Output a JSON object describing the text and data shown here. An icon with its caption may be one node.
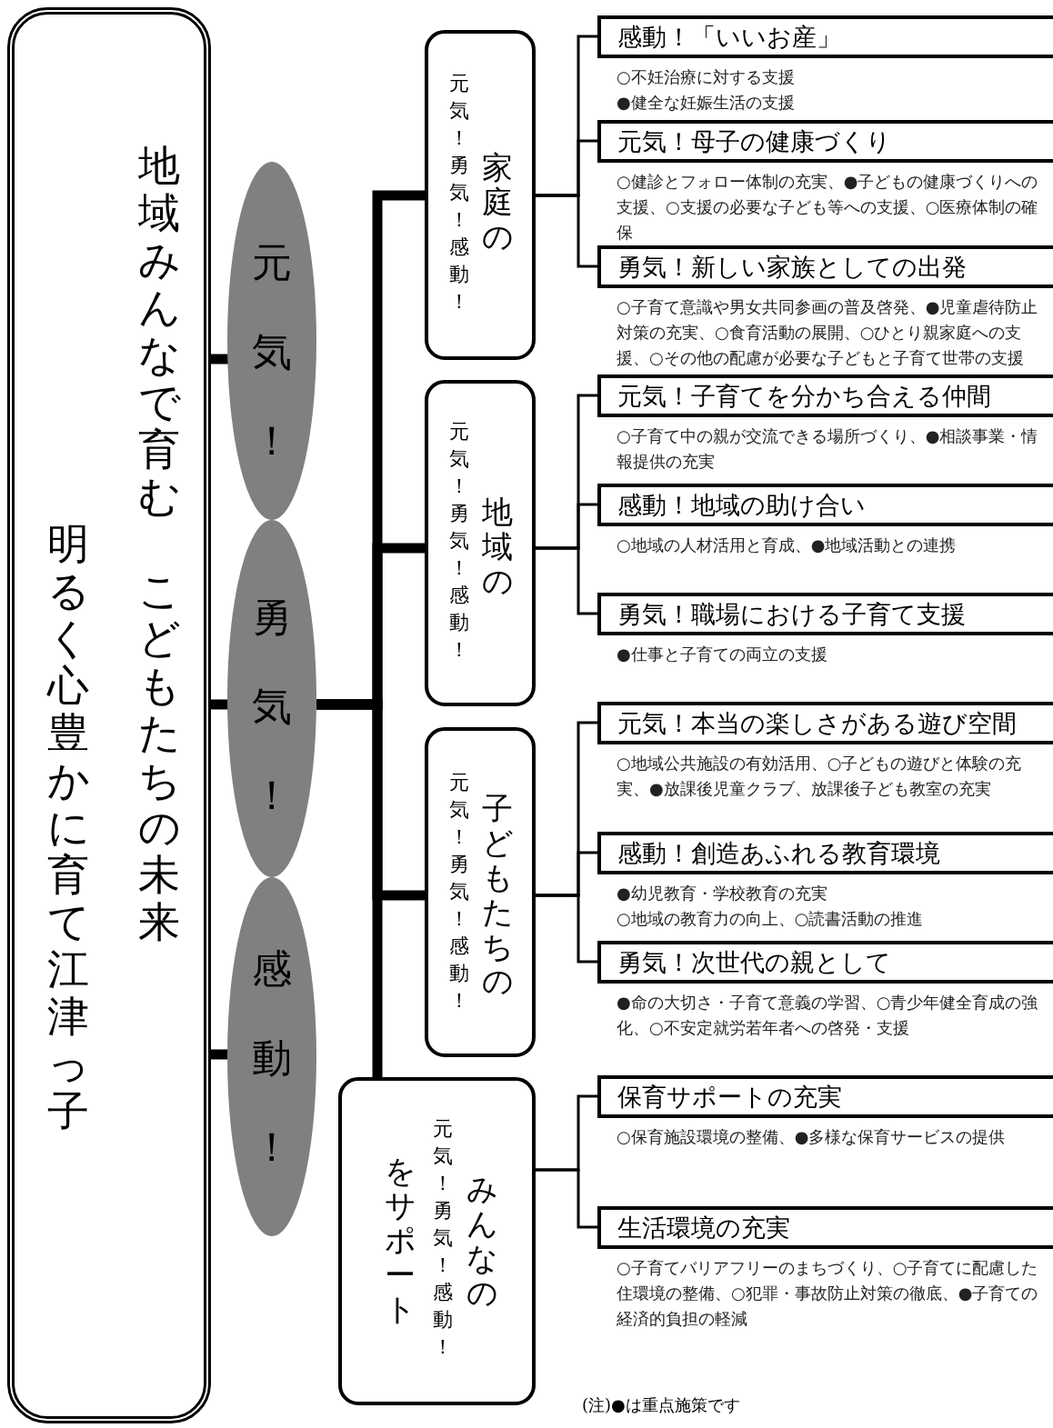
{
  "diagram": {
    "nodes": [
      {
        "text": [
          "明るく心豊かに育て江津っ子",
          "地域みんなで育む",
          "こどもたちの未来"
        ]
      },
      {
        "text": [
          "元気！"
        ]
      },
      {
        "text": [
          "勇気！"
        ]
      },
      {
        "text": [
          "感動！"
        ]
      },
      {
        "text": [
          "元気！勇気！感動！",
          "家庭の"
        ]
      },
      {
        "text": [
          "感動！「いいお産」"
        ],
        "beside": [
          "○不妊治療に対する支援",
          "●健全な妊娠生活の支援"
        ]
      },
      {
        "text": [
          "元気！母子の健康づくり"
        ],
        "beside": [
          "○健診とフォロー体制の充実、●子どもの健康づくりへの支援、○支援の必要な子ども等への支援、○医療体制の確保"
        ]
      },
      {
        "text": [
          "勇気！新しい家族としての出発"
        ],
        "beside": [
          "○子育て意識や男女共同参画の普及啓発、●児童虐待防止対策の充実、○食育活動の展開、○ひとり親家庭への支援、○その他の配慮が必要な子どもと子育て世帯の支援"
        ]
      },
      {
        "text": [
          "元気！勇気！感動！",
          "地域の"
        ]
      },
      {
        "text": [
          "元気！子育てを分かち合える仲間"
        ],
        "beside": [
          "○子育て中の親が交流できる場所づくり、●相談事業・情報提供の充実"
        ]
      },
      {
        "text": [
          "感動！地域の助け合い"
        ],
        "beside": [
          "○地域の人材活用と育成、●地域活動との連携"
        ]
      },
      {
        "text": [
          "勇気！職場における子育て支援"
        ],
        "beside": [
          "●仕事と子育ての両立の支援"
        ]
      },
      {
        "text": [
          "元気！勇気！感動！",
          "子どもたちの"
        ]
      },
      {
        "text": [
          "元気！本当の楽しさがある遊び空間"
        ],
        "beside": [
          "○地域公共施設の有効活用、○子どもの遊びと体験の充実、●放課後児童クラブ、放課後子ども教室の充実"
        ]
      },
      {
        "text": [
          "感動！創造あふれる教育環境"
        ],
        "beside": [
          "●幼児教育・学校教育の充実",
          "○地域の教育力の向上、○読書活動の推進"
        ]
      },
      {
        "text": [
          "勇気！次世代の親として"
        ],
        "beside": [
          "●命の大切さ・子育て意義の学習、○青少年健全育成の強化、○不安定就労若年者への啓発・支援"
        ]
      },
      {
        "text": [
          "をサポート",
          "元気！勇気！感動！",
          "みんなの"
        ]
      },
      {
        "text": [
          "保育サポートの充実"
        ],
        "beside": [
          "○保育施設環境の整備、●多様な保育サービスの提供"
        ]
      },
      {
        "text": [
          "生活環境の充実"
        ],
        "beside": [
          "○子育てバリアフリーのまちづくり、○子育てに配慮した住環境の整備、○犯罪・事故防止対策の徹底、●子育ての経済的負担の軽減"
        ]
      }
    ],
    "edges": [
      {
        "from": 0,
        "to": 1,
        "arrow": "none",
        "style": "thick"
      },
      {
        "from": 0,
        "to": 2,
        "arrow": "none",
        "style": "thick"
      },
      {
        "from": 0,
        "to": 3,
        "arrow": "none",
        "style": "thick"
      },
      {
        "from": 2,
        "to": 4,
        "arrow": "none",
        "style": "thick"
      },
      {
        "from": 2,
        "to": 8,
        "arrow": "none",
        "style": "thick"
      },
      {
        "from": 2,
        "to": 12,
        "arrow": "none",
        "style": "thick"
      },
      {
        "from": 2,
        "to": 16,
        "arrow": "none",
        "style": "thick"
      },
      {
        "from": 4,
        "to": 5,
        "arrow": "none"
      },
      {
        "from": 4,
        "to": 6,
        "arrow": "none"
      },
      {
        "from": 4,
        "to": 7,
        "arrow": "none"
      },
      {
        "from": 8,
        "to": 9,
        "arrow": "none"
      },
      {
        "from": 8,
        "to": 10,
        "arrow": "none"
      },
      {
        "from": 8,
        "to": 11,
        "arrow": "none"
      },
      {
        "from": 12,
        "to": 13,
        "arrow": "none"
      },
      {
        "from": 12,
        "to": 14,
        "arrow": "none"
      },
      {
        "from": 12,
        "to": 15,
        "arrow": "none"
      },
      {
        "from": 16,
        "to": 17,
        "arrow": "none"
      },
      {
        "from": 16,
        "to": 18,
        "arrow": "none"
      }
    ],
    "labels": [
      "(注)●は重点施策です"
    ]
  }
}
